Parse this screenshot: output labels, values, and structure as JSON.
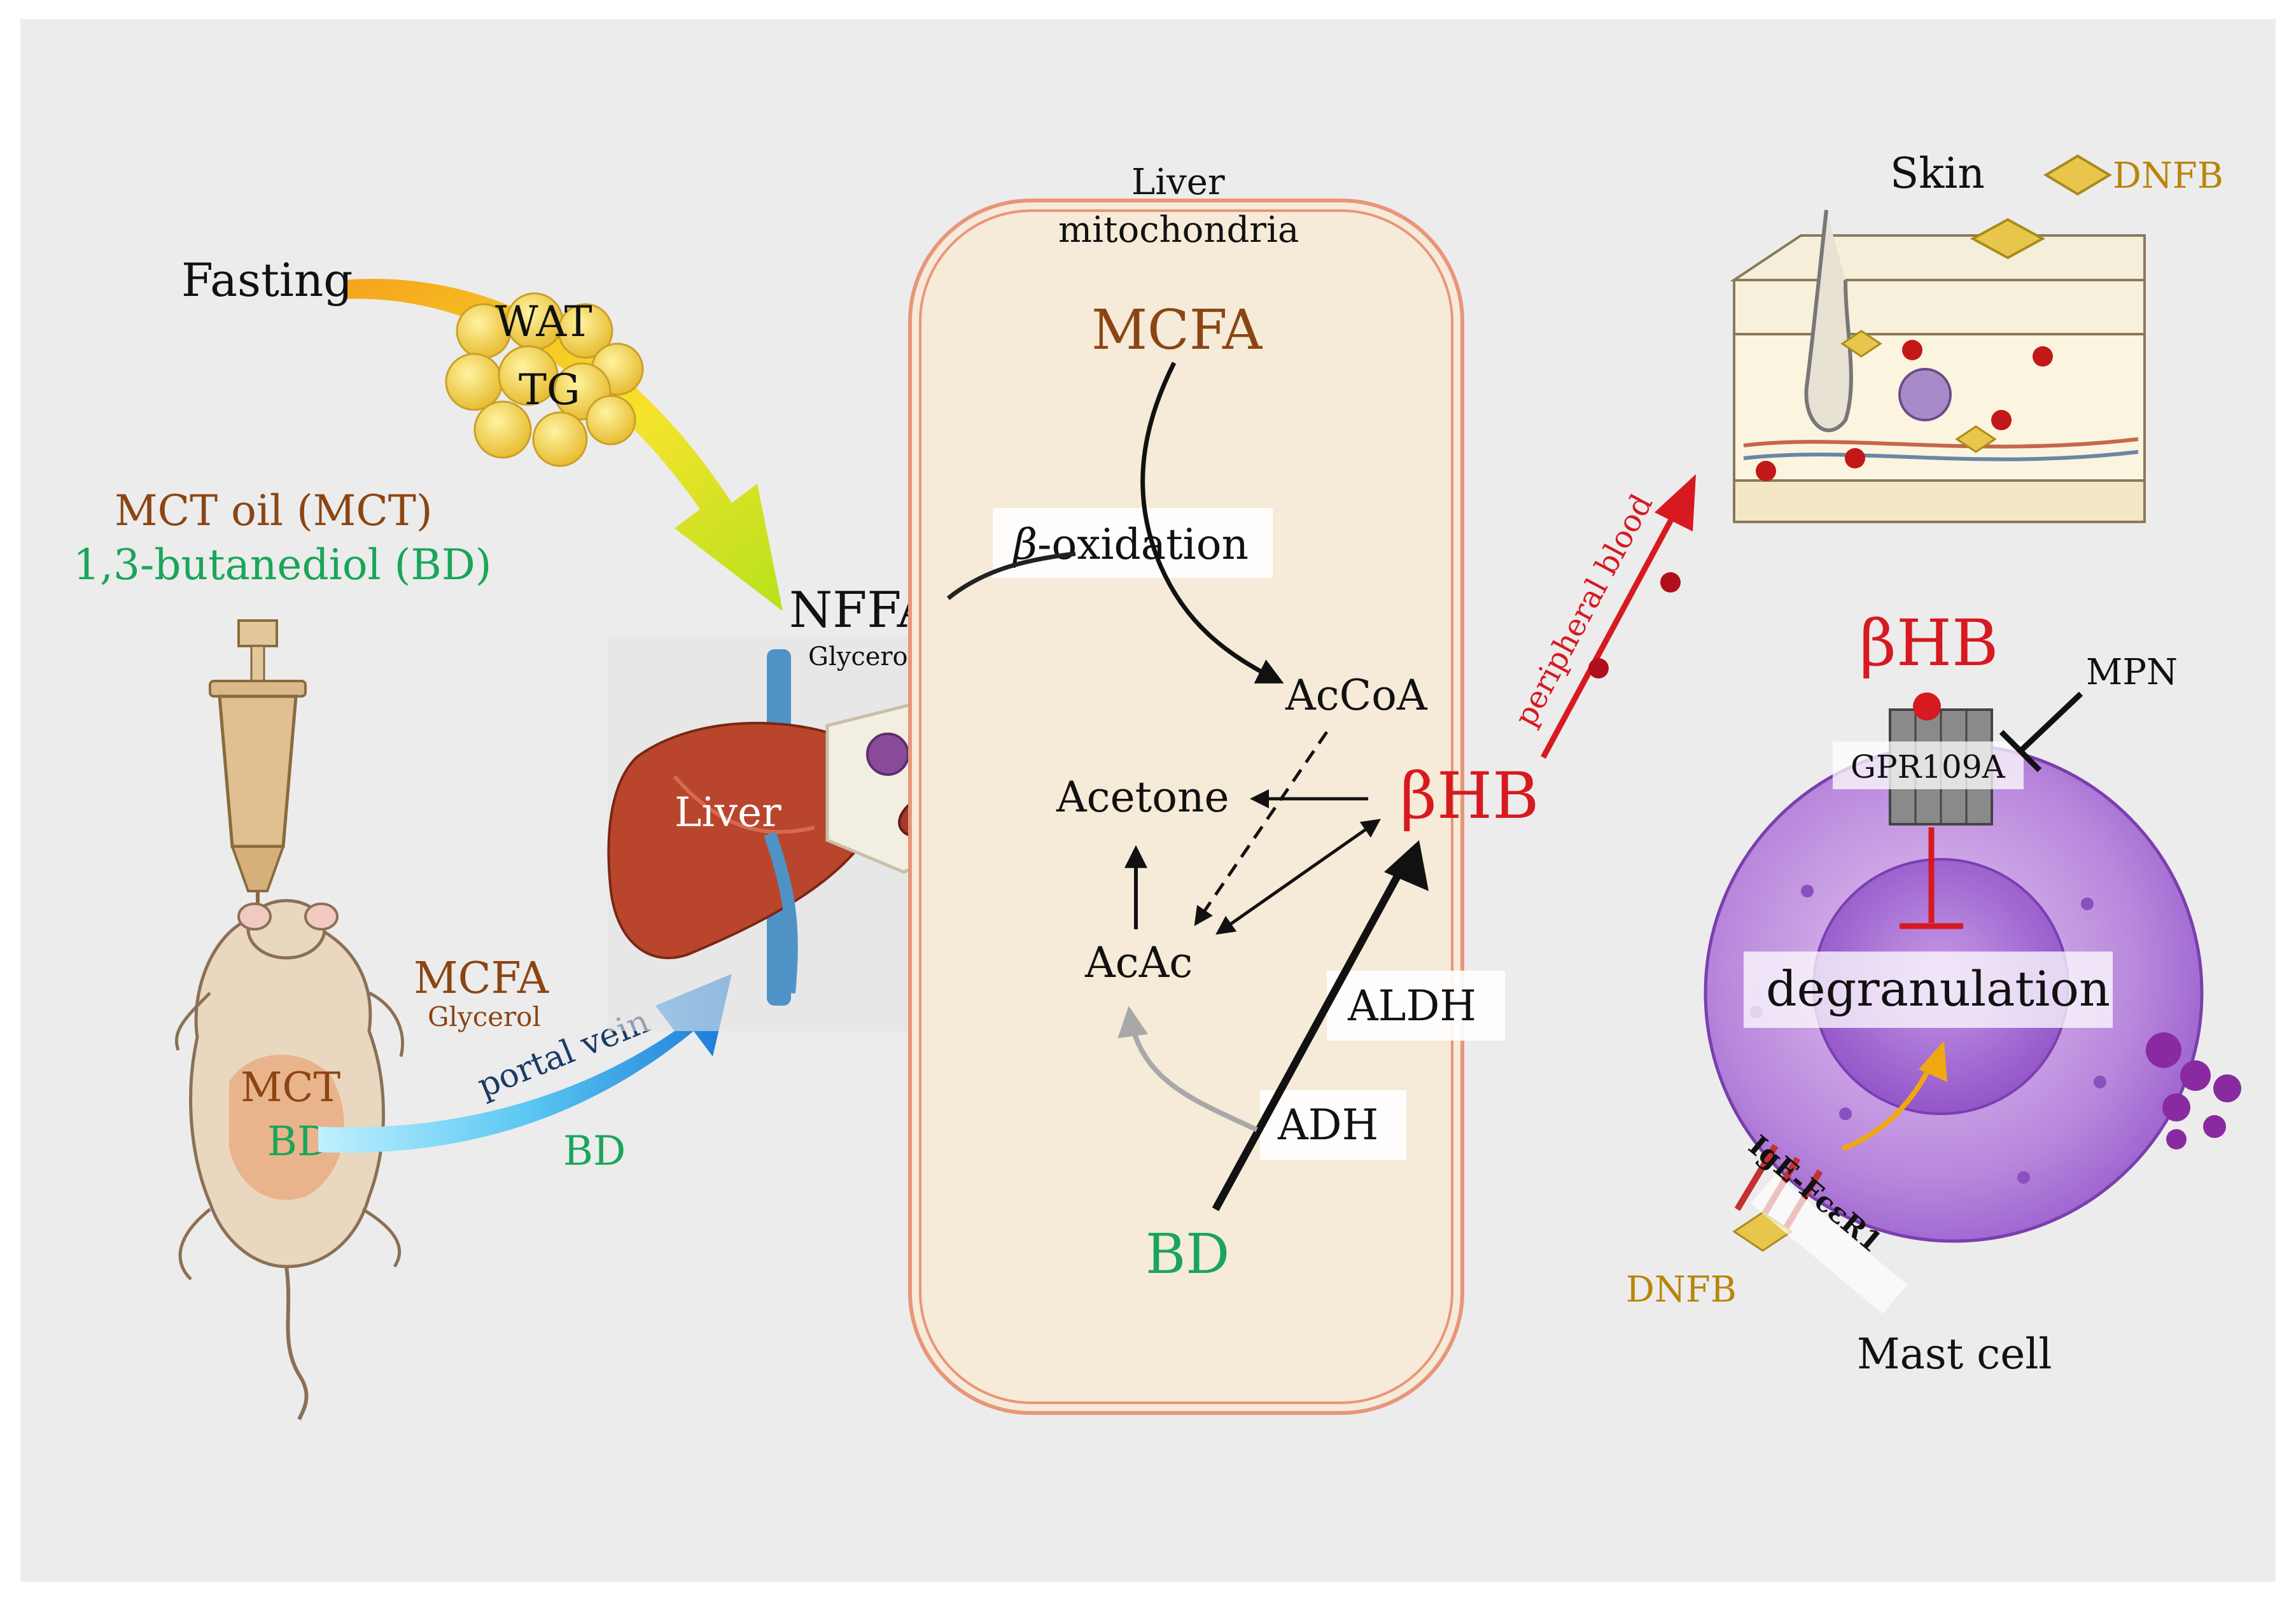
{
  "labels": {
    "fasting": "Fasting",
    "wat": "WAT",
    "tg": "TG",
    "mct_oil": "MCT oil (MCT)",
    "butanediol": "1,3-butanediol (BD)",
    "nffa": "NFFA",
    "glycerol_top": "Glycerol",
    "liver": "Liver",
    "mcfa_left": "MCFA",
    "glycerol_left": "Glycerol",
    "portal_vein": "portal vein",
    "mct_mouse": "MCT",
    "bd_mouse": "BD",
    "bd_lower": "BD",
    "liver_mito_1": "Liver",
    "liver_mito_2": "mitochondria",
    "mcfa_mito": "MCFA",
    "beta_oxidation_beta": "β",
    "beta_oxidation_rest": "-oxidation",
    "accoa": "AcCoA",
    "acetone": "Acetone",
    "bhb_center": "βHB",
    "acac": "AcAc",
    "aldh": "ALDH",
    "adh": "ADH",
    "bd_mito": "BD",
    "peripheral_blood": "peripheral blood",
    "skin": "Skin",
    "dnfb_top": "DNFB",
    "bhb_right": "βHB",
    "mpn": "MPN",
    "gpr109a": "GPR109A",
    "degranulation": "degranulation",
    "ige": "IgE-FcεR1",
    "dnfb_bottom": "DNFB",
    "mast_cell": "Mast cell"
  },
  "colors": {
    "background": "#ececec",
    "brown_text": "#8b4513",
    "green_text": "#1aa55a",
    "red_text": "#d71920",
    "gold_text": "#b8860b",
    "mito_border": "#e8957a",
    "mito_fill": "#f6ead8",
    "liver_fill": "#b9462c",
    "cell_fill": "#b77fd6",
    "nucleus_fill": "#a36cd2"
  },
  "icons": [
    "syringe-icon",
    "mouse-icon",
    "liver-icon",
    "hepatocyte-icon",
    "mitochondrion-icon",
    "fat-cells-icon",
    "skin-section-icon",
    "receptor-icon",
    "dnfb-diamond-icon"
  ]
}
